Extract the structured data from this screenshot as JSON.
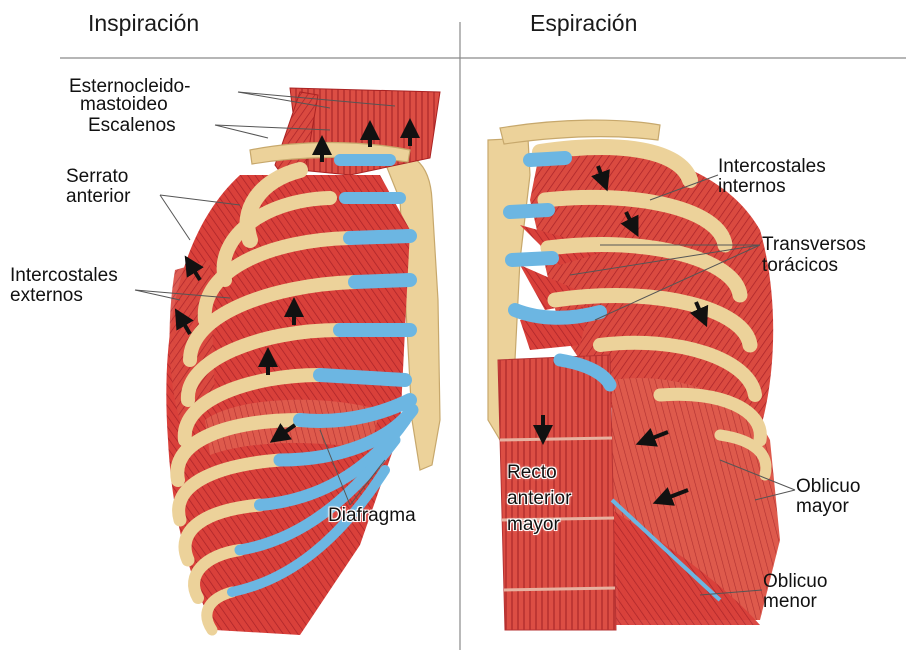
{
  "headings": {
    "left": "Inspiración",
    "right": "Espiración"
  },
  "labels": {
    "esternocleido": "Esternocleido-",
    "mastoideo": "mastoideo",
    "escalenos": "Escalenos",
    "serrato_l1": "Serrato",
    "serrato_l2": "anterior",
    "intercostales_ext_l1": "Intercostales",
    "intercostales_ext_l2": "externos",
    "diafragma": "Diafragma",
    "intercostales_int_l1": "Intercostales",
    "intercostales_int_l2": "internos",
    "transversos_l1": "Transversos",
    "transversos_l2": "torácicos",
    "recto_l1": "Recto",
    "recto_l2": "anterior",
    "recto_l3": "mayor",
    "oblicuo_mayor_l1": "Oblicuo",
    "oblicuo_mayor_l2": "mayor",
    "oblicuo_menor_l1": "Oblicuo",
    "oblicuo_menor_l2": "menor"
  },
  "colors": {
    "muscle": "#d9403a",
    "muscle_dark": "#b3262a",
    "bone": "#ecd29a",
    "cartilage": "#6cb6e2",
    "divider": "#8a8a8a"
  }
}
